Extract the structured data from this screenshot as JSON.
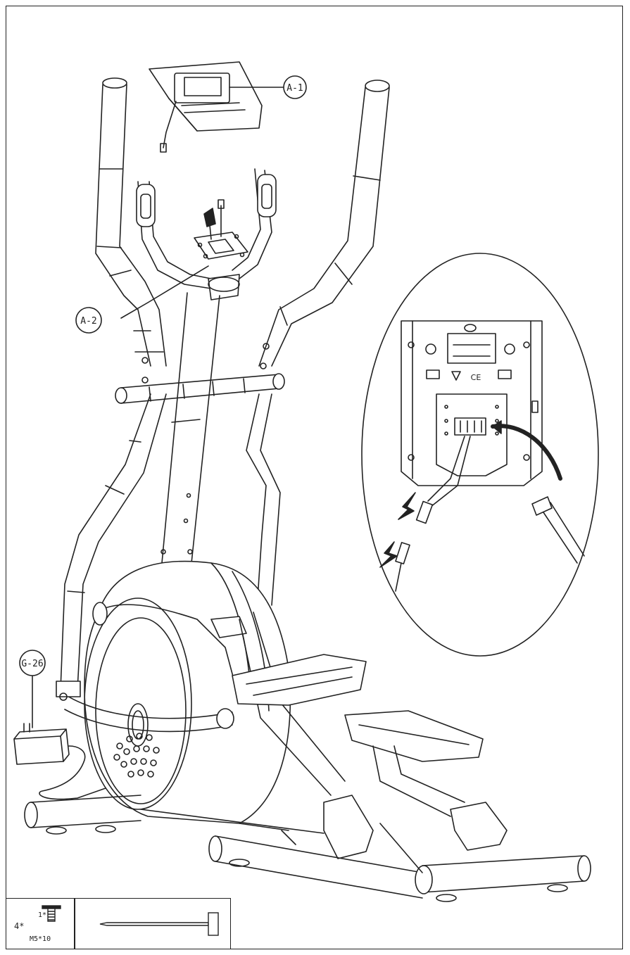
{
  "callouts": {
    "a1": "A-1",
    "a2": "A-2",
    "g26": "G-26"
  },
  "console_detail": {
    "marks": "CE"
  },
  "parts": {
    "screw_qty": "4*",
    "screw_qty_alt": "1*",
    "screw_spec": "M5*10"
  }
}
